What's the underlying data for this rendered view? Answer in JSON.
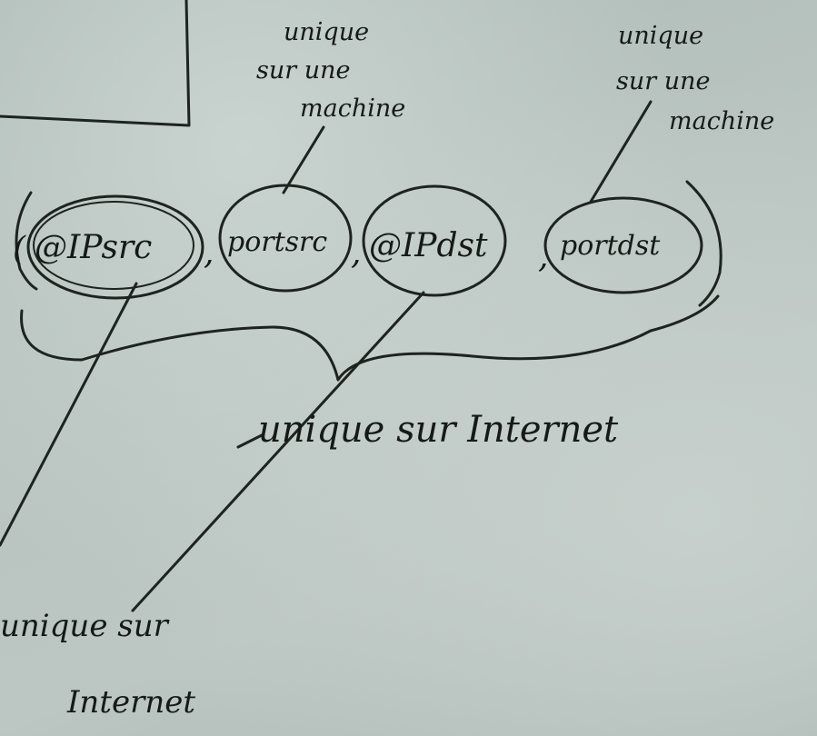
{
  "tuple": {
    "open_paren": "(",
    "ip_src": "@IPsrc",
    "port_src": "portsrc",
    "ip_dst": "@IPdst",
    "port_dst": "portdst",
    "comma": ",",
    "close_paren": ")"
  },
  "annotations": {
    "port_src_note": [
      "unique",
      "sur une",
      "machine"
    ],
    "port_dst_note": [
      "unique",
      "sur une",
      "machine"
    ],
    "pair_note": "unique sur Internet",
    "ip_src_note": [
      "unique sur",
      "Internet"
    ]
  },
  "colors": {
    "ink": "#1d231f",
    "board": "#b9c4c0"
  }
}
